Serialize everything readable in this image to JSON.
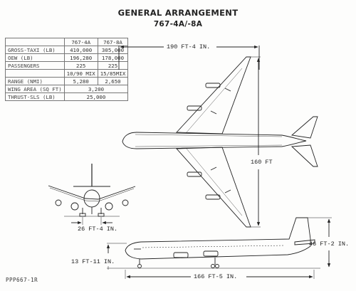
{
  "title": "GENERAL ARRANGEMENT",
  "subtitle": "767-4A/-8A",
  "spec_table": {
    "headers": [
      "",
      "767-4A",
      "767-8A"
    ],
    "rows": [
      {
        "label": "GROSS-TAXI (LB)",
        "a": "410,000",
        "b": "305,000"
      },
      {
        "label": "OEW (LB)",
        "a": "196,280",
        "b": "178,000"
      },
      {
        "label": "PASSENGERS",
        "a": "225",
        "b": "225"
      },
      {
        "label": "",
        "a": "10/90 MIX",
        "b": "15/85MIX"
      },
      {
        "label": "RANGE (NMI)",
        "a": "5,280",
        "b": "2,650"
      },
      {
        "label": "WING AREA (SQ FT)",
        "span": "3,200"
      },
      {
        "label": "THRUST-SLS (LB)",
        "span": "25,000"
      }
    ]
  },
  "dimensions": {
    "span": "190 FT-4 IN.",
    "length_plan": "160 FT",
    "gear_track": "26 FT-4 IN.",
    "tail_height": "46 FT-2 IN.",
    "fuselage_height": "13 FT-11 IN.",
    "overall_length": "166 FT-5 IN."
  },
  "document_id": "PPP667-1R"
}
